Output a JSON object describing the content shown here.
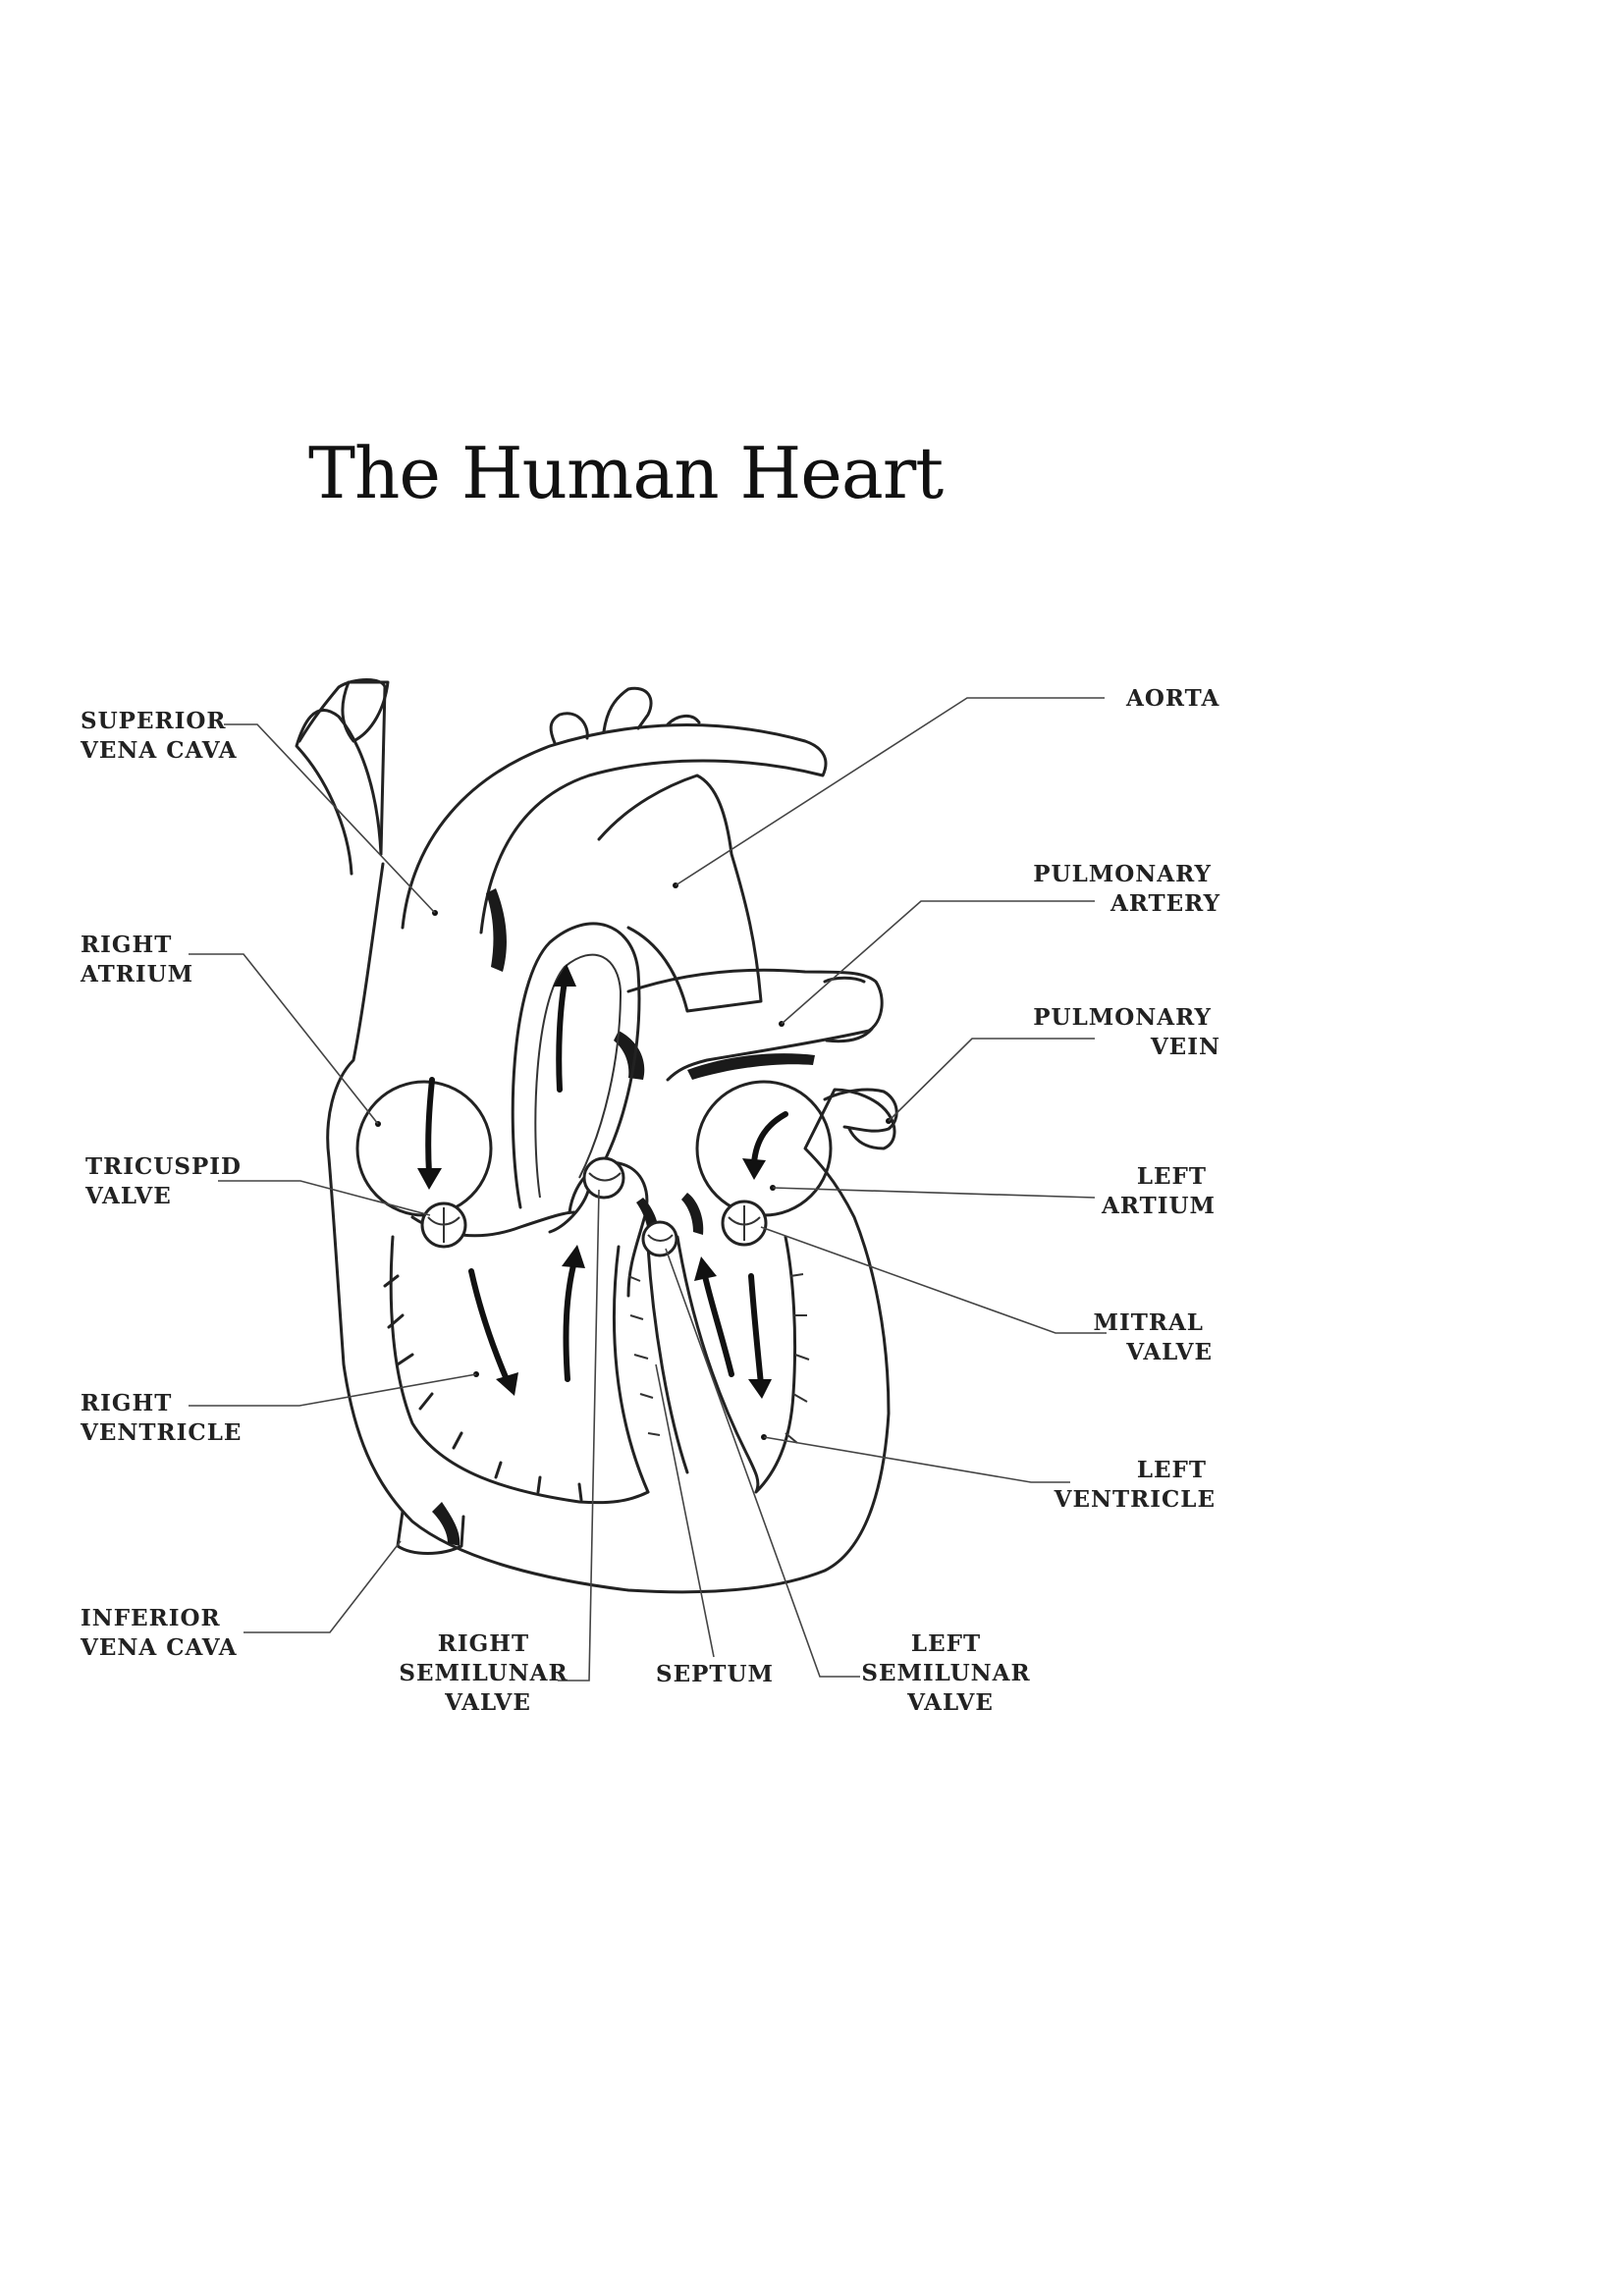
{
  "title": "The Human Heart",
  "labels": {
    "superior_vena_cava": [
      "SUPERIOR",
      "VENA CAVA"
    ],
    "aorta": [
      "AORTA"
    ],
    "pulmonary_artery": [
      "PULMONARY",
      "ARTERY"
    ],
    "right_atrium": [
      "RIGHT",
      "ATRIUM"
    ],
    "pulmonary_vein": [
      "PULMONARY",
      "VEIN"
    ],
    "tricuspid_valve": [
      "TRICUSPID",
      "VALVE"
    ],
    "left_atrium": [
      "LEFT",
      "ARTIUM"
    ],
    "mitral_valve": [
      "MITRAL",
      "VALVE"
    ],
    "right_ventricle": [
      "RIGHT",
      "VENTRICLE"
    ],
    "left_ventricle": [
      "LEFT",
      "VENTRICLE"
    ],
    "inferior_vena_cava": [
      "INFERIOR",
      "VENA CAVA"
    ],
    "right_semilunar_valve": [
      "RIGHT",
      "SEMILUNAR",
      "VALVE"
    ],
    "septum": [
      "SEPTUM"
    ],
    "left_semilunar_valve": [
      "LEFT",
      "SEMILUNAR",
      "VALVE"
    ]
  }
}
